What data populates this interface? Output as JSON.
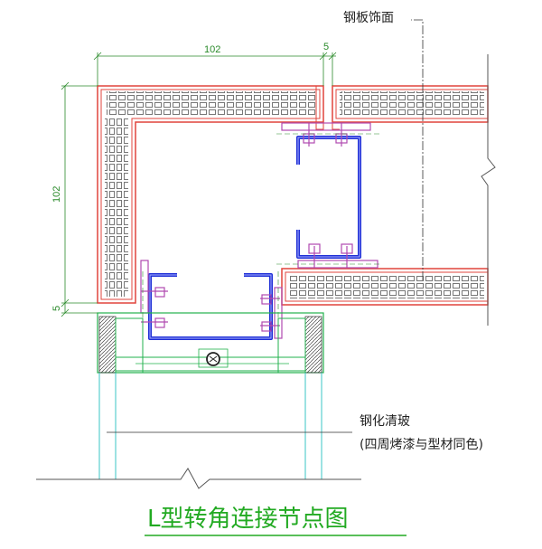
{
  "labels": {
    "steel_panel": "钢板饰面",
    "glass_line1": "钢化清玻",
    "glass_line2": "(四周烤漆与型材同色)",
    "title": "L型转角连接节点图"
  },
  "dimensions": {
    "top_width": "102",
    "top_gap": "5",
    "side_height": "102",
    "side_gap": "5"
  },
  "colors": {
    "panel": "#e0443c",
    "steel_channel": "#1f2fd6",
    "dimension": "#2a8a2a",
    "glass": "#39c4c4",
    "frame": "#22b14c",
    "bolt": "#b04ab0",
    "line": "#333333",
    "title": "#22aa22"
  }
}
